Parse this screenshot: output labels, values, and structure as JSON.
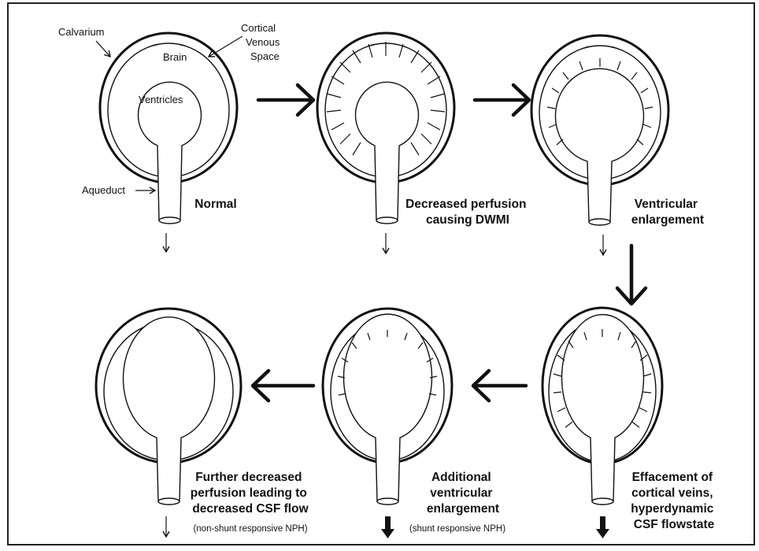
{
  "labels": {
    "calvarium": "Calvarium",
    "cortical_line1": "Cortical",
    "cortical_line2": "Venous",
    "cortical_line3": "Space",
    "brain": "Brain",
    "ventricles": "Ventricles",
    "aqueduct": "Aqueduct"
  },
  "stages": [
    {
      "caption": [
        "Normal"
      ],
      "note": ""
    },
    {
      "caption": [
        "Decreased perfusion",
        "causing DWMI"
      ],
      "note": ""
    },
    {
      "caption": [
        "Ventricular",
        "enlargement"
      ],
      "note": ""
    },
    {
      "caption": [
        "Effacement of",
        "cortical veins,",
        "hyperdynamic",
        "CSF flowstate"
      ],
      "note": ""
    },
    {
      "caption": [
        "Additional",
        "ventricular",
        "enlargement"
      ],
      "note": "(shunt responsive NPH)"
    },
    {
      "caption": [
        "Further decreased",
        "perfusion leading to",
        "decreased CSF flow"
      ],
      "note": "(non-shunt responsive NPH)"
    }
  ]
}
